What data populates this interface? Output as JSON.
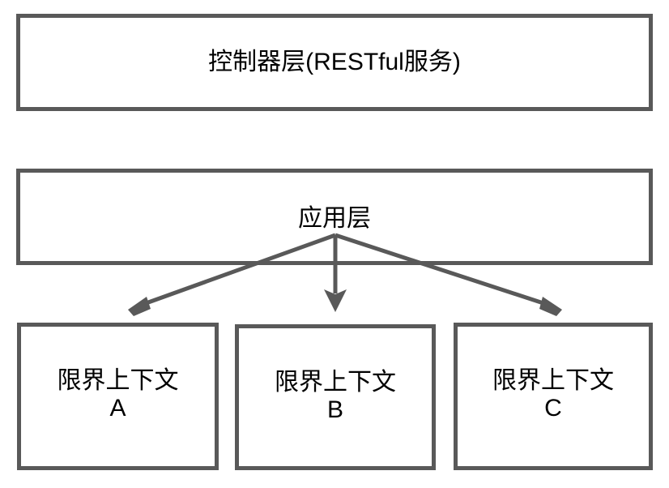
{
  "diagram": {
    "title_text": "控制器层(RESTful服务)",
    "background_color": "#ffffff",
    "stroke_color": "#595959",
    "text_color": "#000000",
    "layers": [
      {
        "id": "controller",
        "label": "控制器层(RESTful服务)"
      },
      {
        "id": "application",
        "label": "应用层"
      }
    ],
    "contexts": [
      {
        "id": "a",
        "label": "限界上下文\nA",
        "name_line": "限界上下文",
        "suffix": "A"
      },
      {
        "id": "b",
        "label": "限界上下文\nB",
        "name_line": "限界上下文",
        "suffix": "B"
      },
      {
        "id": "c",
        "label": "限界上下文\nC",
        "name_line": "限界上下文",
        "suffix": "C"
      }
    ],
    "connectors": [
      {
        "id": "application-to-context-a",
        "from": "application",
        "to": "context-a",
        "direction": "down-left"
      },
      {
        "id": "application-to-context-b",
        "from": "application",
        "to": "context-b",
        "direction": "down"
      },
      {
        "id": "application-to-context-c",
        "from": "application",
        "to": "context-c",
        "direction": "down-right"
      }
    ]
  }
}
